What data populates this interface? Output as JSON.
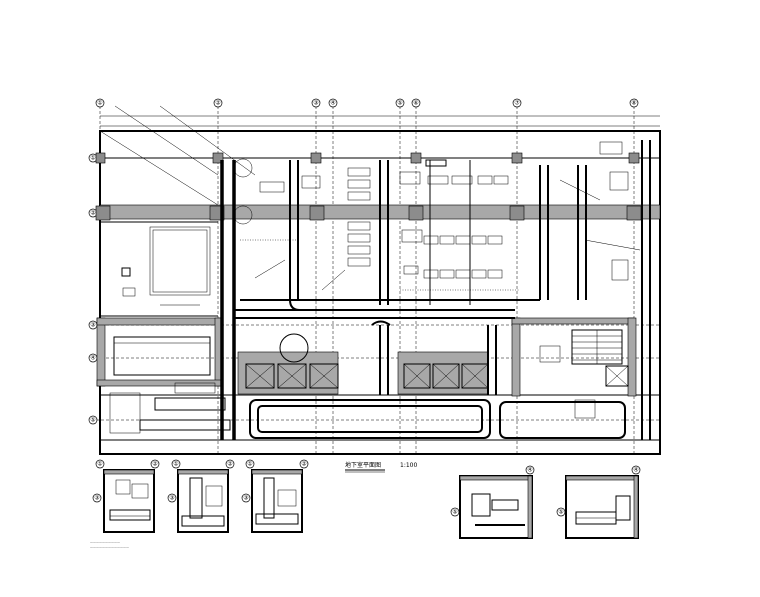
{
  "drawing": {
    "title": "地下室平面图",
    "scale": "1:100",
    "note_lines": [
      "——————————",
      "—————————————"
    ]
  },
  "grid_top": [
    "①",
    "②",
    "③",
    "④",
    "⑤",
    "⑥",
    "⑦",
    "⑧"
  ],
  "grid_left": [
    "①",
    "②",
    "③",
    "④",
    "⑤"
  ],
  "detail_labels": [
    "①",
    "②",
    "③",
    "④",
    "⑤"
  ],
  "colors": {
    "line": "#000000",
    "column": "#8c8c8c",
    "wall": "#a8a8a8",
    "paper": "#ffffff"
  }
}
